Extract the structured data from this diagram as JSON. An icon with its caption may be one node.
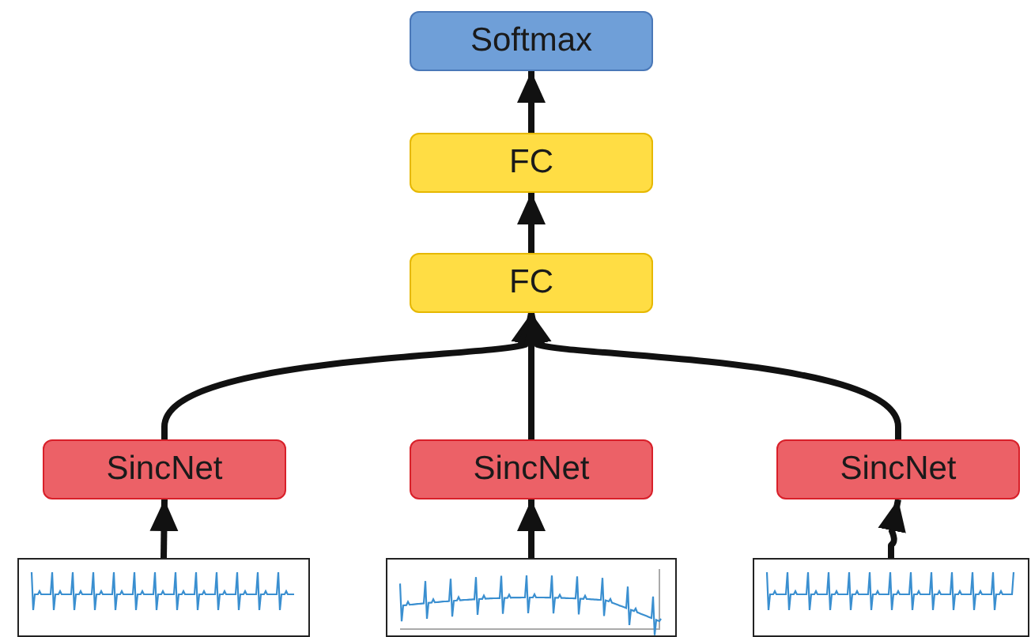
{
  "diagram": {
    "nodes": [
      {
        "text": [
          "Softmax"
        ]
      },
      {
        "text": [
          "FC"
        ]
      },
      {
        "text": [
          "FC"
        ]
      },
      {
        "text": [
          "SincNet"
        ]
      },
      {
        "text": [
          "SincNet"
        ]
      },
      {
        "text": [
          "SincNet"
        ]
      },
      {
        "text": [],
        "shape": "picture"
      },
      {
        "text": [],
        "shape": "picture"
      },
      {
        "text": [],
        "shape": "picture"
      }
    ],
    "edges": [
      {
        "from": 6,
        "to": 3,
        "arrow": "to"
      },
      {
        "from": 7,
        "to": 4,
        "arrow": "to"
      },
      {
        "from": 8,
        "to": 5,
        "arrow": "to"
      },
      {
        "from": 3,
        "to": 2,
        "arrow": "to"
      },
      {
        "from": 4,
        "to": 2,
        "arrow": "to"
      },
      {
        "from": 5,
        "to": 2,
        "arrow": "to"
      },
      {
        "from": 2,
        "to": 1,
        "arrow": "to"
      },
      {
        "from": 1,
        "to": 0,
        "arrow": "to"
      }
    ]
  }
}
